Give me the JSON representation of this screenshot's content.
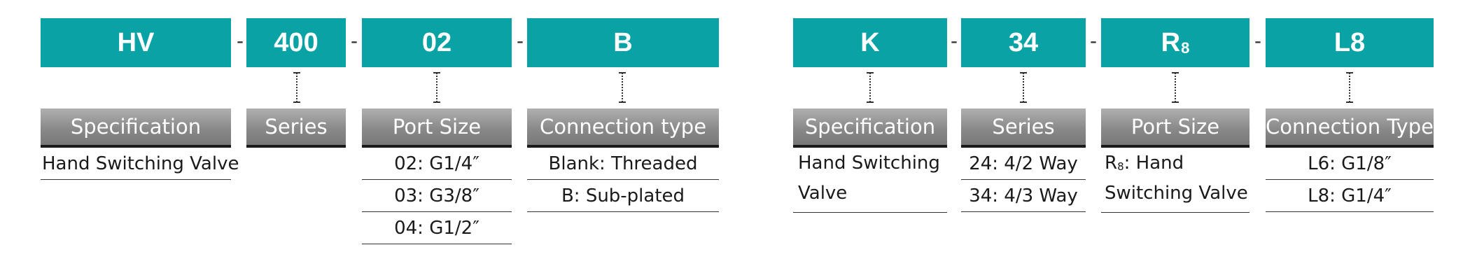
{
  "left_group": {
    "codes": [
      "HV",
      "400",
      "02",
      "B"
    ],
    "separator": "-",
    "headers": [
      "Specification",
      "Series",
      "Port Size",
      "Connection type"
    ],
    "specification_rows": [
      "Hand Switching Valve"
    ],
    "port_size_rows": [
      "02: G1/4″",
      "03: G3/8″",
      "04: G1/2″"
    ],
    "connection_rows": [
      "Blank: Threaded",
      "B: Sub-plated"
    ]
  },
  "right_group": {
    "codes": [
      "K",
      "34",
      "R",
      "L8"
    ],
    "code_subscript": "8",
    "separator": "-",
    "headers": [
      "Specification",
      "Series",
      "Port Size",
      "Connection Type"
    ],
    "specification_lines": [
      "Hand Switching",
      "Valve"
    ],
    "series_rows": [
      "24: 4/2 Way",
      "34: 4/3 Way"
    ],
    "port_size_prefix": "R",
    "port_size_subscript": "8",
    "port_size_lines": [
      ": Hand",
      "Switching Valve"
    ],
    "connection_rows": [
      "L6: G1/8″",
      "L8: G1/4″"
    ]
  },
  "colors": {
    "code_box": "#0aa3a5",
    "header_gradient": "#8a8a8a",
    "header_border": "#1a1a1a"
  }
}
